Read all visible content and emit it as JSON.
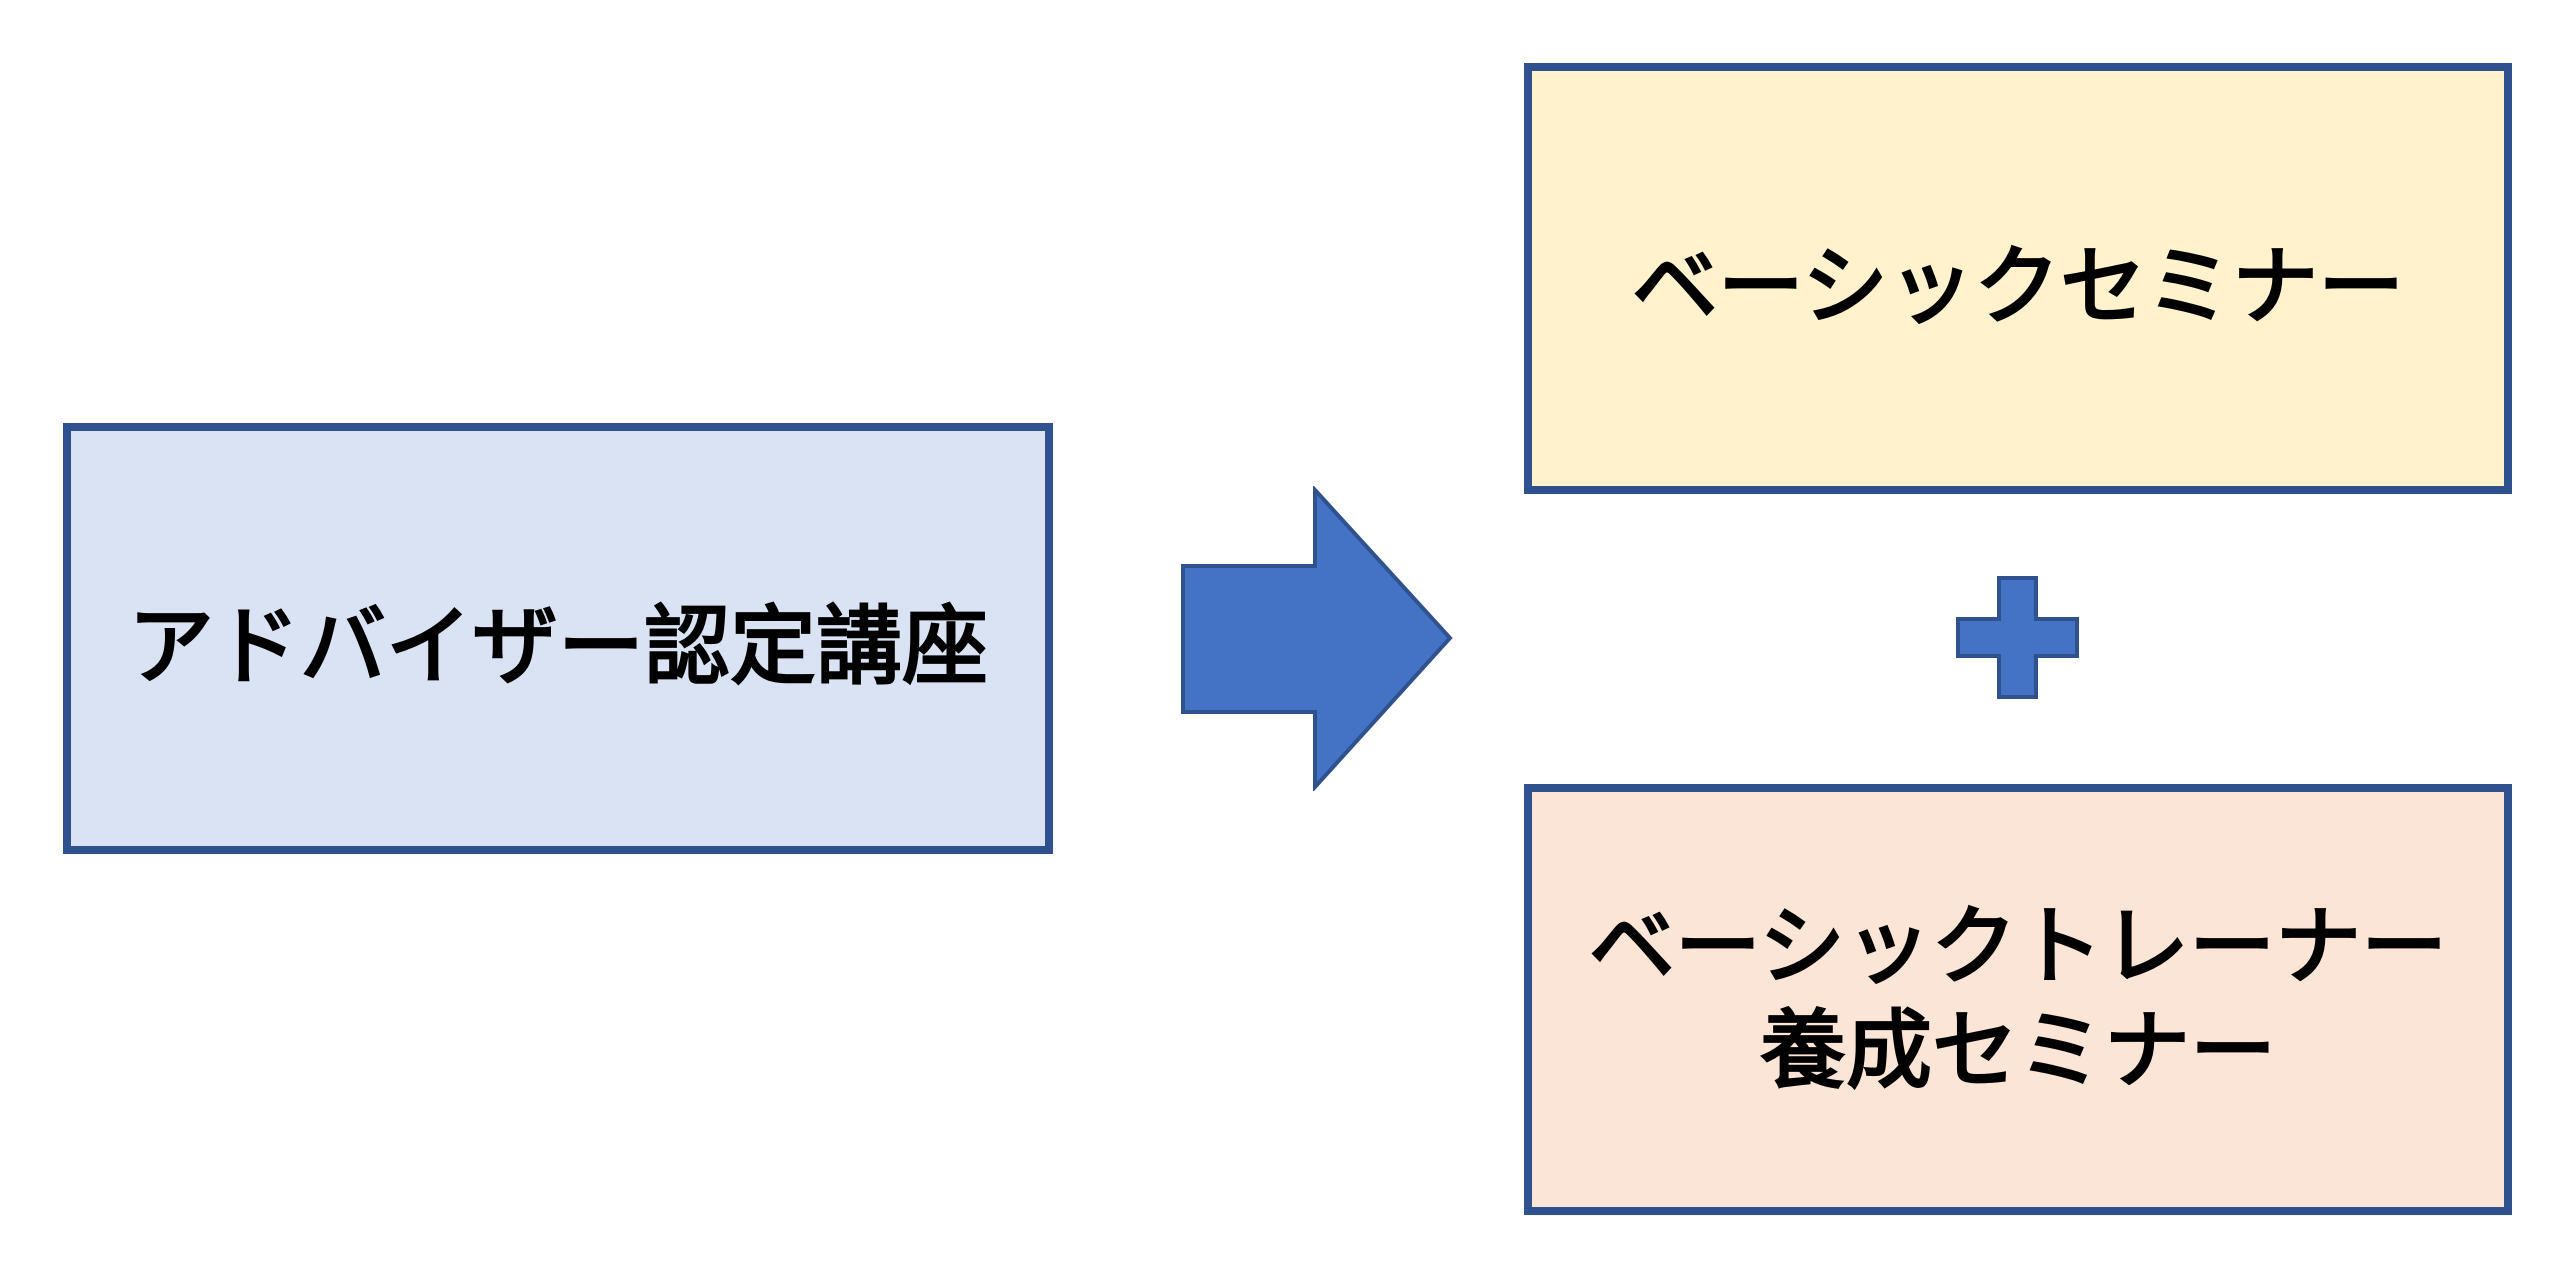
{
  "source_box": {
    "label": "アドバイザー認定講座",
    "fill": "#dae3f3",
    "border": "#2f528f"
  },
  "result_top_box": {
    "label": "ベーシックセミナー",
    "fill": "#fff2cc",
    "border": "#2f528f"
  },
  "result_bottom_box": {
    "line1": "ベーシックトレーナー",
    "line2": "養成セミナー",
    "fill": "#fbe5d6",
    "border": "#2f528f"
  },
  "connectors": {
    "arrow_icon": "right-arrow-icon",
    "plus_icon": "plus-icon",
    "fill": "#4472c4",
    "stroke": "#2f528f"
  }
}
